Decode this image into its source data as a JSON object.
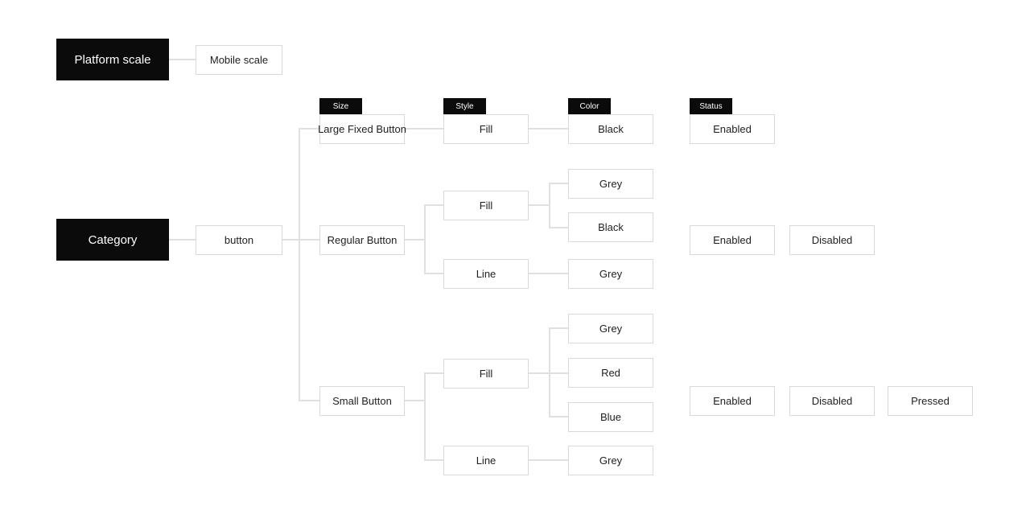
{
  "palette": {
    "background": "#ffffff",
    "node_black": "#0b0b0b",
    "node_border": "#d9d9d9",
    "connector": "#e0e0e0",
    "text_dark": "#1f1f1f",
    "text_light": "#ffffff"
  },
  "nodes": {
    "platform_scale": {
      "label": "Platform scale"
    },
    "mobile_scale": {
      "label": "Mobile scale"
    },
    "category": {
      "label": "Category"
    },
    "button": {
      "label": "button"
    }
  },
  "columns": {
    "size": "Size",
    "style": "Style",
    "color": "Color",
    "status": "Status"
  },
  "tree": {
    "sizes": [
      {
        "label": "Large Fixed Button",
        "styles": [
          {
            "label": "Fill",
            "colors": [
              "Black"
            ]
          }
        ],
        "statuses": [
          "Enabled"
        ]
      },
      {
        "label": "Regular Button",
        "styles": [
          {
            "label": "Fill",
            "colors": [
              "Grey",
              "Black"
            ]
          },
          {
            "label": "Line",
            "colors": [
              "Grey"
            ]
          }
        ],
        "statuses": [
          "Enabled",
          "Disabled"
        ]
      },
      {
        "label": "Small Button",
        "styles": [
          {
            "label": "Fill",
            "colors": [
              "Grey",
              "Red",
              "Blue"
            ]
          },
          {
            "label": "Line",
            "colors": [
              "Grey"
            ]
          }
        ],
        "statuses": [
          "Enabled",
          "Disabled",
          "Pressed"
        ]
      }
    ]
  }
}
